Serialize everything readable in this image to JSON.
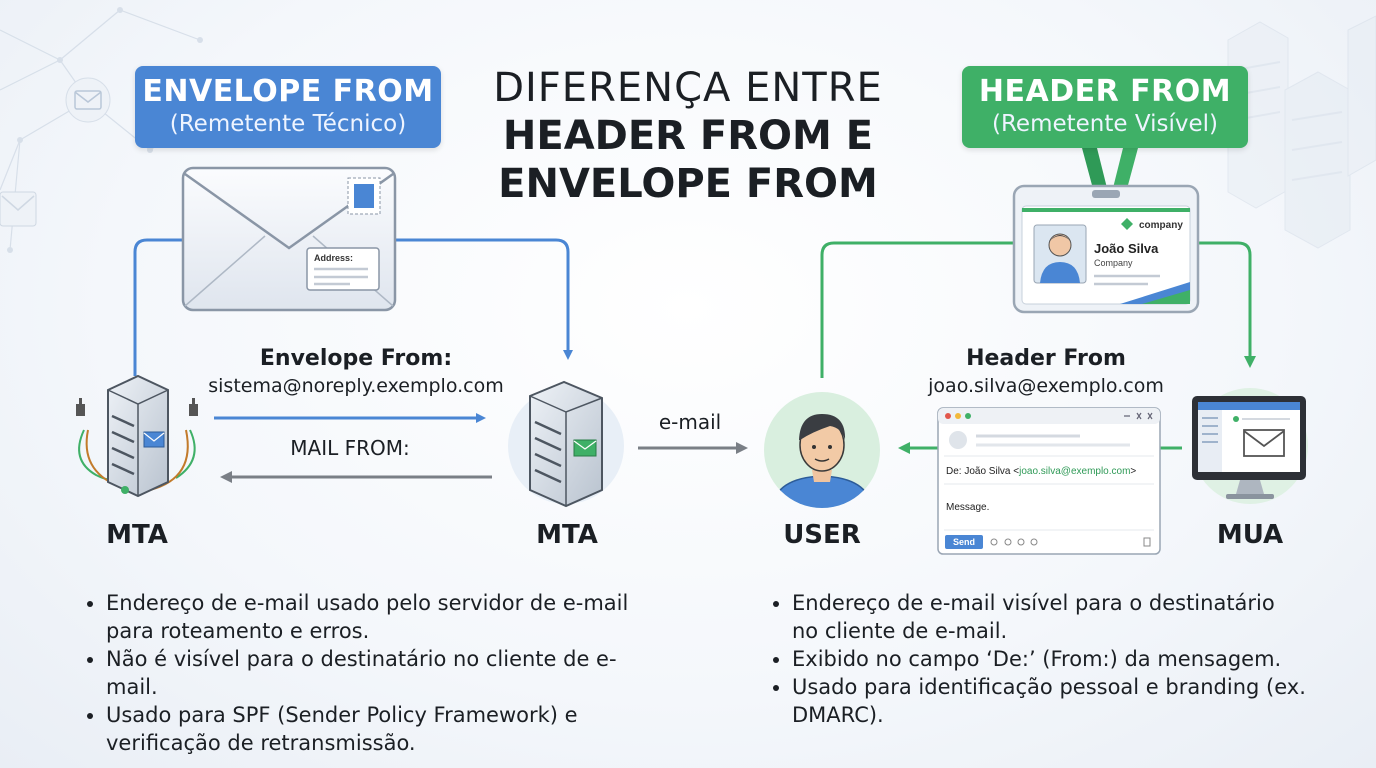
{
  "title": {
    "line1": "DIFERENÇA ENTRE",
    "line2": "HEADER FROM E",
    "line3": "ENVELOPE FROM"
  },
  "envelope_pill": {
    "title": "ENVELOPE FROM",
    "subtitle": "(Remetente Técnico)"
  },
  "header_pill": {
    "title": "HEADER FROM",
    "subtitle": "(Remetente Visível)"
  },
  "envelope_card": {
    "address_label": "Address:"
  },
  "badge": {
    "company_logo": "company",
    "name": "João Silva",
    "org": "Company"
  },
  "flow": {
    "envelope_from_label": "Envelope From:",
    "envelope_from_value": "sistema@noreply.exemplo.com",
    "mail_from_label": "MAIL FROM:",
    "email_label": "e-mail",
    "header_from_label": "Header From",
    "header_from_value": "joao.silva@exemplo.com"
  },
  "nodes": {
    "mta_left": "MTA",
    "mta_right": "MTA",
    "user": "USER",
    "mua": "MUA"
  },
  "mail_window": {
    "from_prefix": "De: João Silva <",
    "from_email": "joao.silva@exemplo.com",
    "from_suffix": ">",
    "body": "Message.",
    "send_label": "Send"
  },
  "bullets_left": [
    "Endereço de e-mail usado pelo servidor de e-mail para roteamento e erros.",
    "Não é visível para o destinatário no cliente de e-mail.",
    "Usado para SPF (Sender Policy Framework) e verificação de retransmissão."
  ],
  "bullets_right": [
    "Endereço de e-mail visível para o destinatário no cliente de e-mail.",
    "Exibido no campo ‘De:’ (From:) da mensagem.",
    "Usado para identificação pessoal e branding (ex. DMARC)."
  ],
  "colors": {
    "blue": "#4a86d4",
    "green": "#3fb067",
    "gray_arrow": "#7a7f86",
    "dark": "#1b1f24"
  },
  "icons": [
    "envelope-icon",
    "server-icon",
    "user-icon",
    "monitor-icon",
    "id-badge-icon",
    "mail-window-icon"
  ]
}
